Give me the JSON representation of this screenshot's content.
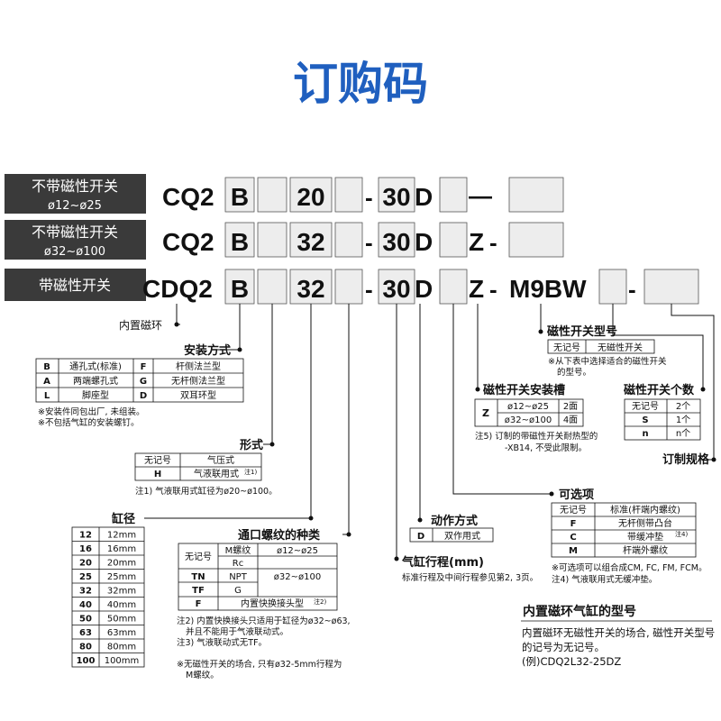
{
  "title": "订购码",
  "title_color": "#1f5fbf",
  "row_label_bg": "#3a3a3a",
  "rows": [
    {
      "label": "不带磁性开关",
      "sub": "ø12~ø25",
      "series": "CQ2",
      "mount": "B",
      "bore": "20",
      "stroke": "30",
      "action": "D",
      "suffix": "",
      "switch": ""
    },
    {
      "label": "不带磁性开关",
      "sub": "ø32~ø100",
      "series": "CQ2",
      "mount": "B",
      "bore": "32",
      "stroke": "30",
      "action": "D",
      "suffix": "Z",
      "switch": ""
    },
    {
      "label": "带磁性开关",
      "sub": "",
      "series": "CDQ2",
      "mount": "B",
      "bore": "32",
      "stroke": "30",
      "action": "D",
      "suffix": "Z",
      "switch": "M9BW"
    }
  ],
  "dash": "-",
  "long_dash": "—",
  "magnet": "内置磁环",
  "mounting": {
    "title": "安装方式",
    "rows": [
      [
        "B",
        "通孔式(标准)",
        "F",
        "杆侧法兰型"
      ],
      [
        "A",
        "两端螺孔式",
        "G",
        "无杆侧法兰型"
      ],
      [
        "L",
        "脚座型",
        "D",
        "双耳环型"
      ]
    ],
    "notes": [
      "※安装件同包出厂, 未组装。",
      "※不包括气缸的安装螺钉。"
    ]
  },
  "type": {
    "title": "形式",
    "rows": [
      [
        "无记号",
        "气压式"
      ],
      [
        "H",
        "气液联用式"
      ]
    ],
    "sup": "注1)",
    "note": "注1) 气液联用式缸径为ø20~ø100。"
  },
  "bore": {
    "title": "缸径",
    "rows": [
      [
        "12",
        "12mm"
      ],
      [
        "16",
        "16mm"
      ],
      [
        "20",
        "20mm"
      ],
      [
        "25",
        "25mm"
      ],
      [
        "32",
        "32mm"
      ],
      [
        "40",
        "40mm"
      ],
      [
        "50",
        "50mm"
      ],
      [
        "63",
        "63mm"
      ],
      [
        "80",
        "80mm"
      ],
      [
        "100",
        "100mm"
      ]
    ]
  },
  "thread": {
    "title": "通口螺纹的种类",
    "c1": "无记号",
    "c2a": "M螺纹",
    "c3a": "ø12~ø25",
    "c2b": "Rc",
    "r2": "TN",
    "r2b": "NPT",
    "r2c": "ø32~ø100",
    "r3": "TF",
    "r3b": "G",
    "r4": "F",
    "r4b": "内置快换接头型",
    "r4sup": "注2)",
    "notes": [
      "注2) 内置快换接头只适用于缸径为ø32~ø63,",
      "并且不能用于气液联动式。",
      "注3) 气液联动式无TF。",
      "",
      "※无磁性开关的场合, 只有ø32-5mm行程为",
      "M螺纹。"
    ]
  },
  "stroke": {
    "title": "气缸行程(mm)",
    "note": "标准行程及中间行程参见第2, 3页。"
  },
  "action": {
    "title": "动作方式",
    "rows": [
      [
        "D",
        "双作用式"
      ]
    ]
  },
  "options": {
    "title": "可选项",
    "rows": [
      [
        "无记号",
        "标准(杆端内螺纹)"
      ],
      [
        "F",
        "无杆侧带凸台"
      ],
      [
        "C",
        "带缓冲垫"
      ],
      [
        "M",
        "杆端外螺纹"
      ]
    ],
    "sup": "注4)",
    "notes": [
      "※可选项可以组合成CM, FC, FM, FCM。",
      "注4) 气液联用式无缓冲垫。"
    ]
  },
  "switch_type": {
    "title": "磁性开关型号",
    "rows": [
      [
        "无记号",
        "无磁性开关"
      ]
    ],
    "notes": [
      "※从下表中选择适合的磁性开关",
      "的型号。"
    ]
  },
  "switch_slot": {
    "title": "磁性开关安装槽",
    "z": "Z",
    "rows": [
      [
        "ø12~ø25",
        "2面"
      ],
      [
        "ø32~ø100",
        "4面"
      ]
    ],
    "notes": [
      "注5) 订制的带磁性开关耐热型的",
      "-XB14, 不受此限制。"
    ]
  },
  "switch_count": {
    "title": "磁性开关个数",
    "rows": [
      [
        "无记号",
        "2个"
      ],
      [
        "S",
        "1个"
      ],
      [
        "n",
        "n个"
      ]
    ]
  },
  "custom": "订制规格",
  "builtin": {
    "title": "内置磁环气缸的型号",
    "lines": [
      "内置磁环无磁性开关的场合, 磁性开关型号",
      "的记号为无记号。",
      "(例)CDQ2L32-25DZ"
    ]
  }
}
